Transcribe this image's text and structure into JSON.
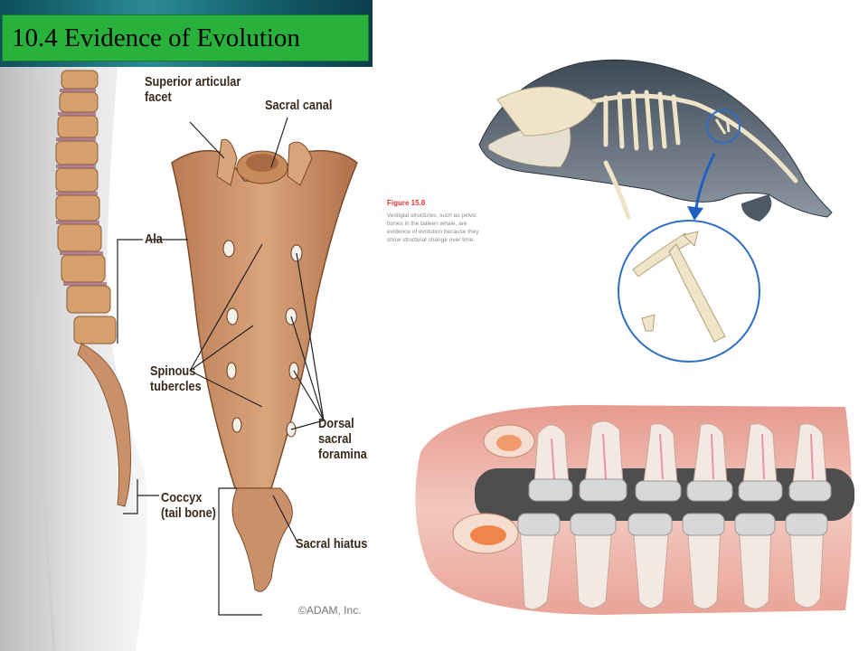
{
  "slide": {
    "title": "10.4  Evidence of Evolution"
  },
  "sacrum_figure": {
    "labels": {
      "superior_articular_facet": "Superior articular\nfacet",
      "sacral_canal": "Sacral canal",
      "ala": "Ala",
      "spinous_tubercles": "Spinous\ntubercles",
      "dorsal_sacral_foramina": "Dorsal\nsacral\nforamina",
      "coccyx": "Coccyx\n(tail bone)",
      "sacral_hiatus": "Sacral hiatus"
    },
    "copyright": "©ADAM, Inc."
  },
  "whale_figure": {
    "figure_number": "Figure 15.8",
    "caption": "Vestigial structures, such as pelvic bones in the baleen whale, are evidence of evolution because they show structural change over time."
  },
  "colors": {
    "title_bar": "#28b23c",
    "bone": "#c9916a",
    "whale_body": "#5d6975",
    "gum": "#e8a49a"
  }
}
